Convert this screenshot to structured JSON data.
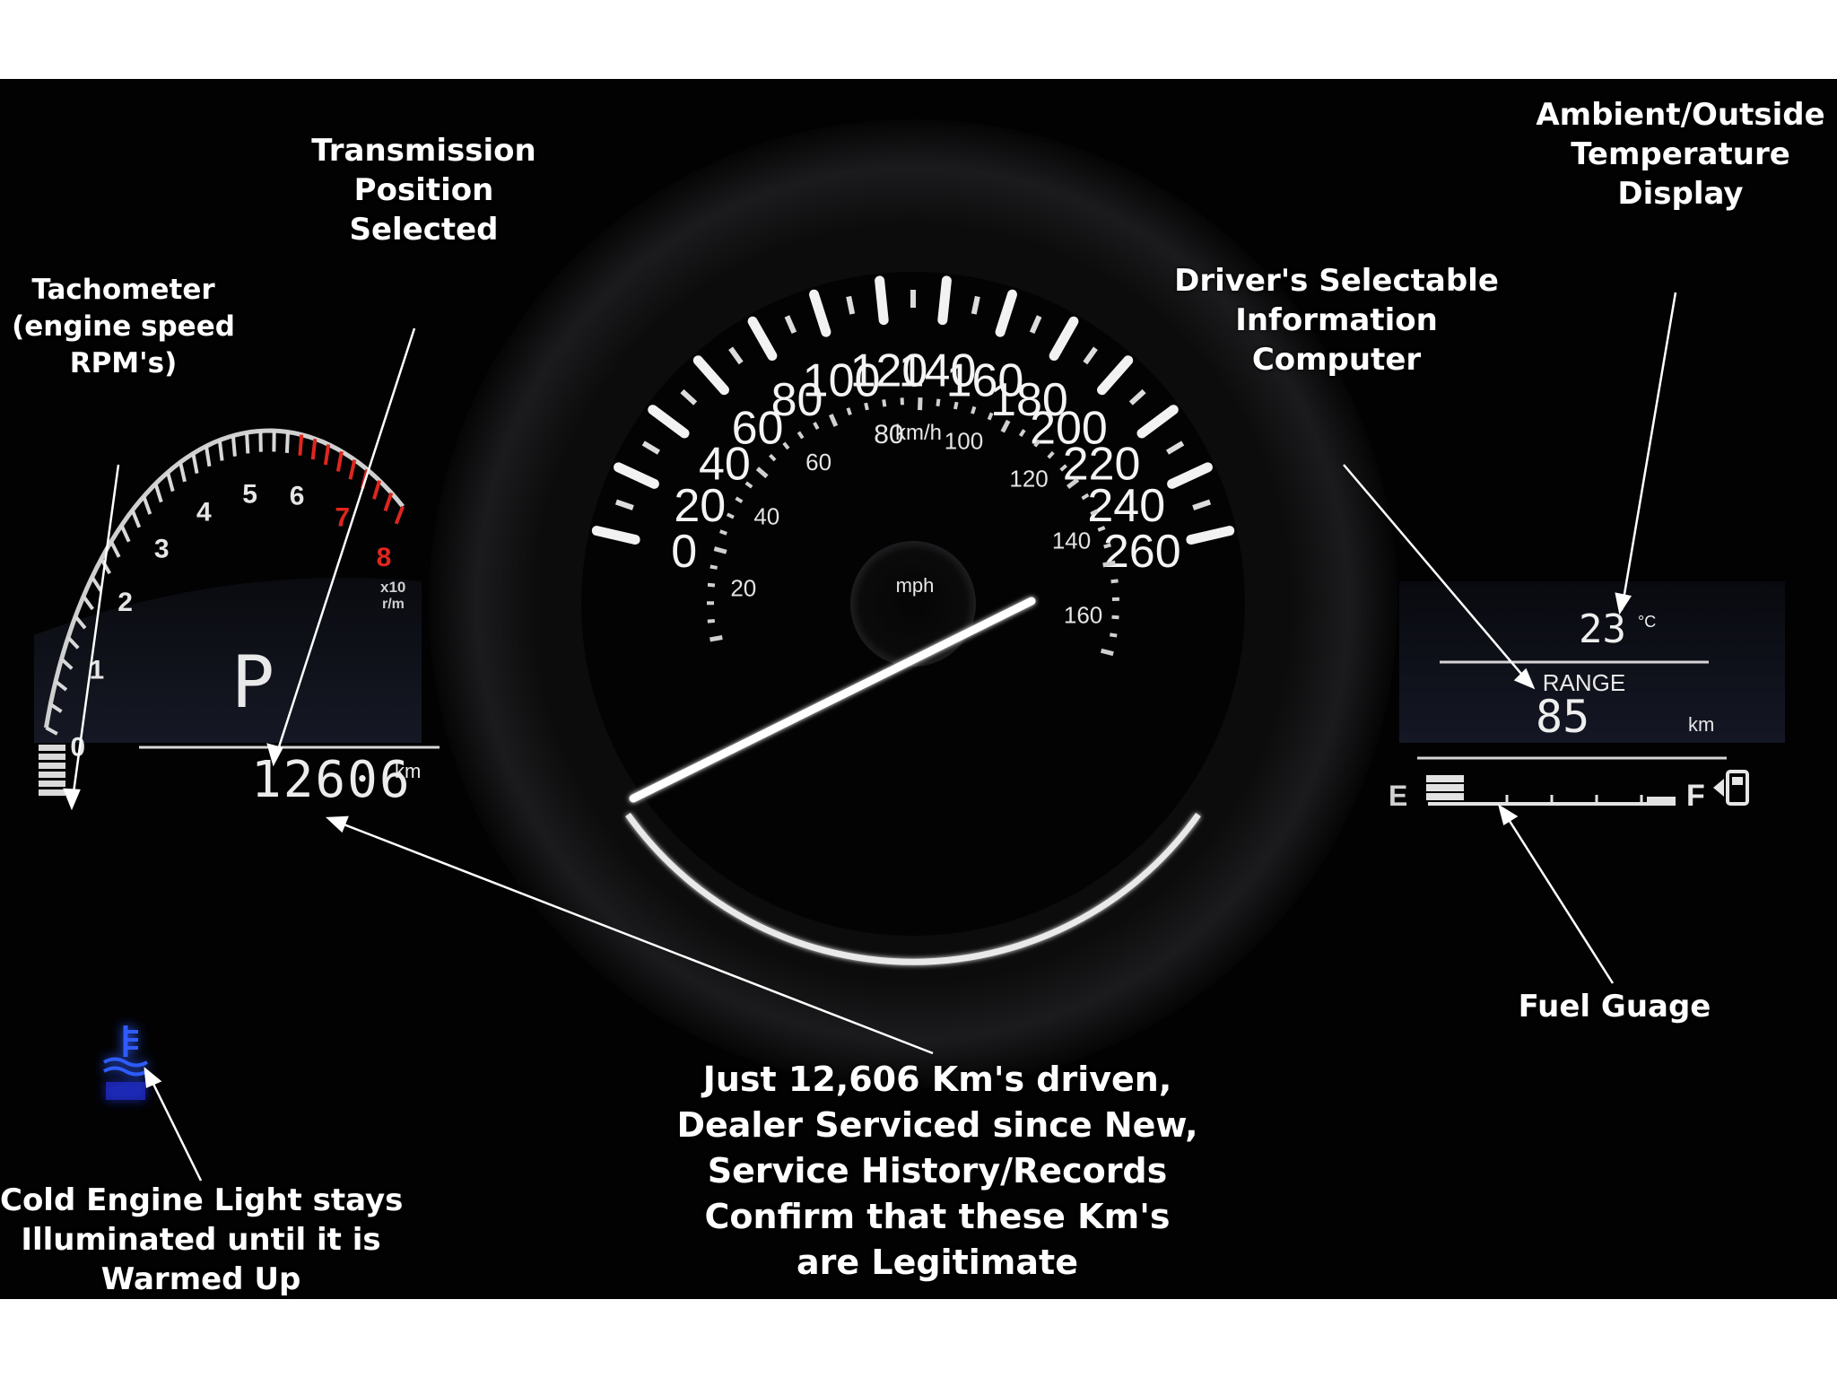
{
  "annotations": {
    "tachometer": [
      "Tachometer",
      "(engine speed",
      "RPM's)"
    ],
    "transmission": [
      "Transmission",
      "Position",
      "Selected"
    ],
    "ambient": [
      "Ambient/Outside",
      "Temperature",
      "Display"
    ],
    "computer": [
      "Driver's Selectable",
      "Information",
      "Computer"
    ],
    "fuel": "Fuel Guage",
    "cold_engine": [
      "Cold Engine Light stays",
      "Illuminated until it is",
      "Warmed Up"
    ],
    "odometer_note": [
      "Just 12,606 Km's driven,",
      "Dealer Serviced since New,",
      "Service History/Records",
      "Confirm that these Km's",
      "are Legitimate"
    ]
  },
  "speedometer": {
    "kmh_labels": [
      "0",
      "20",
      "40",
      "60",
      "80",
      "100",
      "120",
      "140",
      "160",
      "180",
      "200",
      "220",
      "240",
      "260"
    ],
    "mph_labels": [
      "20",
      "40",
      "60",
      "80",
      "100",
      "120",
      "140",
      "160"
    ],
    "kmh_unit": "km/h",
    "mph_unit": "mph",
    "needle_kmh": 0
  },
  "tachometer_gauge": {
    "labels": [
      "0",
      "1",
      "2",
      "3",
      "4",
      "5",
      "6",
      "7",
      "8"
    ],
    "unit_top": "x10",
    "unit_bottom": "r/m",
    "redline_color": "#e0261e"
  },
  "left_display": {
    "gear": "P",
    "odometer": "12606",
    "odometer_unit": "km"
  },
  "right_display": {
    "temperature": "23",
    "temperature_unit": "°C",
    "range_label": "RANGE",
    "range_value": "85",
    "range_unit": "km",
    "fuel_full_label": "F",
    "fuel_icon": "fuel-pump-icon"
  },
  "warning_light": {
    "icon": "coolant-temperature-icon",
    "color": "#1a4cff"
  }
}
